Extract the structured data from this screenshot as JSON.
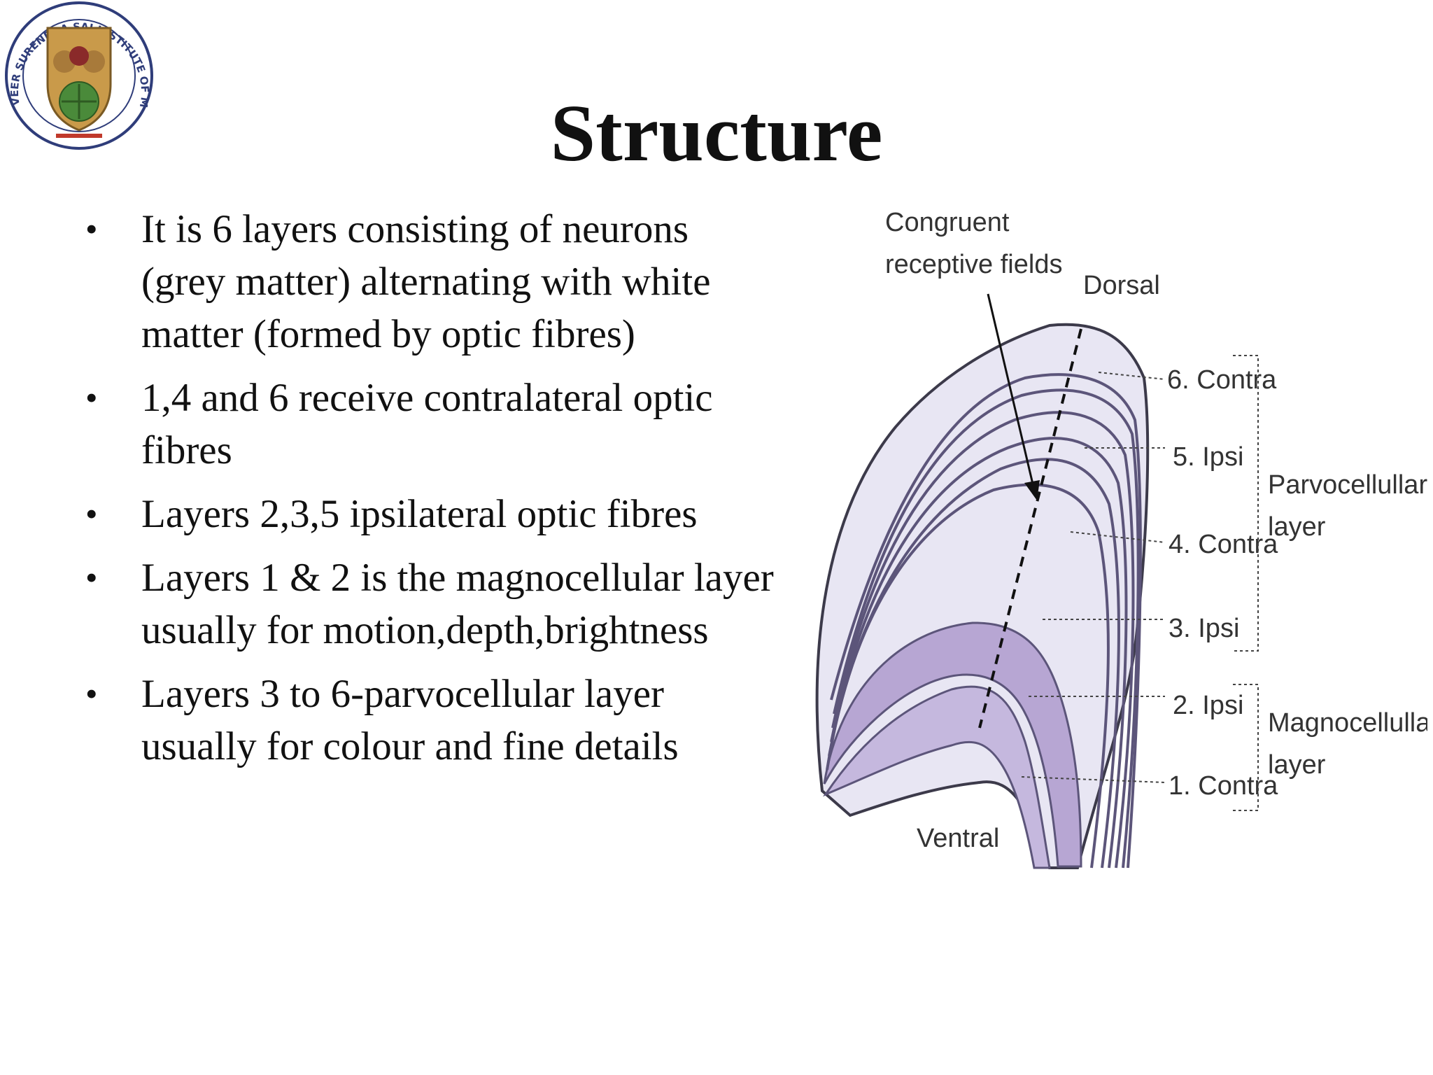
{
  "logo": {
    "text_top": "VEER SURENDRA SAI INSTITUTE OF MEDICAL SCIENCES AND RESEARCH"
  },
  "title": "Structure",
  "bullets": [
    "It is 6 layers consisting of neurons (grey matter) alternating with white matter (formed by optic fibres)",
    "1,4 and 6 receive contralateral optic fibres",
    "Layers 2,3,5 ipsilateral optic fibres",
    "Layers 1 & 2 is the magnocellular layer usually for motion,depth,brightness",
    "Layers 3 to 6-parvocellular layer usually for colour and fine details"
  ],
  "diagram": {
    "congruent_line1": "Congruent",
    "congruent_line2": "receptive fields",
    "dorsal": "Dorsal",
    "ventral": "Ventral",
    "layers": [
      "6. Contra",
      "5. Ipsi",
      "4. Contra",
      "3. Ipsi",
      "2. Ipsi",
      "1. Contra"
    ],
    "parvo_line1": "Parvocellullar",
    "parvo_line2": "layer",
    "magno_line1": "Magnocellullar",
    "magno_line2": "layer",
    "colors": {
      "fill_light": "#e8e6f3",
      "fill_dark": "#b7a6d3",
      "stroke": "#5c557a"
    }
  }
}
